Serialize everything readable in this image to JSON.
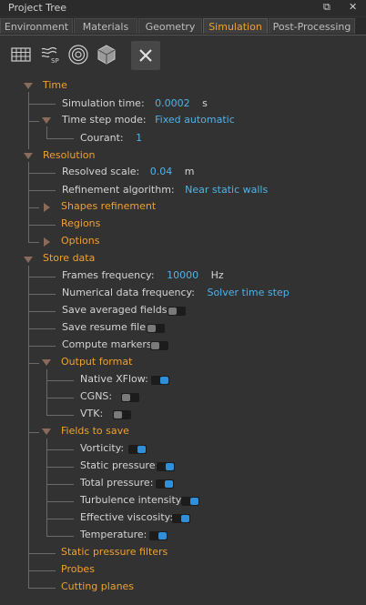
{
  "window": {
    "title": "Project Tree"
  },
  "tabs": [
    "Environment",
    "Materials",
    "Geometry",
    "Simulation",
    "Post-Processing"
  ],
  "active_tab": "Simulation",
  "colors": {
    "section": "#f0a030",
    "value": "#4fb3e8",
    "toggle_on": "#2f8fd8"
  },
  "toolbar": {
    "icons": [
      "grid-icon",
      "wave-sp-icon",
      "target-icon",
      "cube-icon",
      "close-icon"
    ]
  },
  "time": {
    "label": "Time",
    "simulation_time_label": "Simulation time:",
    "simulation_time_value": "0.0002",
    "simulation_time_unit": "s",
    "time_step_mode_label": "Time step mode:",
    "time_step_mode_value": "Fixed automatic",
    "courant_label": "Courant:",
    "courant_value": "1"
  },
  "resolution": {
    "label": "Resolution",
    "resolved_scale_label": "Resolved scale:",
    "resolved_scale_value": "0.04",
    "resolved_scale_unit": "m",
    "refinement_label": "Refinement algorithm:",
    "refinement_value": "Near static walls",
    "shapes_refinement": "Shapes refinement",
    "regions": "Regions",
    "options": "Options"
  },
  "store": {
    "label": "Store data",
    "frames_label": "Frames frequency:",
    "frames_value": "10000",
    "frames_unit": "Hz",
    "numerical_label": "Numerical data frequency:",
    "numerical_value": "Solver time step",
    "save_averaged_label": "Save averaged fields:",
    "save_averaged_on": false,
    "save_resume_label": "Save resume file:",
    "save_resume_on": false,
    "compute_markers_label": "Compute markers:",
    "compute_markers_on": false,
    "output_format": {
      "label": "Output format",
      "native_label": "Native XFlow:",
      "native_on": true,
      "cgns_label": "CGNS:",
      "cgns_on": false,
      "vtk_label": "VTK:",
      "vtk_on": false
    },
    "fields": {
      "label": "Fields to save",
      "vorticity_label": "Vorticity:",
      "vorticity_on": true,
      "static_pressure_label": "Static pressure:",
      "static_pressure_on": true,
      "total_pressure_label": "Total pressure:",
      "total_pressure_on": true,
      "turbulence_label": "Turbulence intensity:",
      "turbulence_on": true,
      "effective_viscosity_label": "Effective viscosity:",
      "effective_viscosity_on": true,
      "temperature_label": "Temperature:",
      "temperature_on": true
    },
    "static_pressure_filters": "Static pressure filters",
    "probes": "Probes",
    "cutting_planes": "Cutting planes"
  }
}
